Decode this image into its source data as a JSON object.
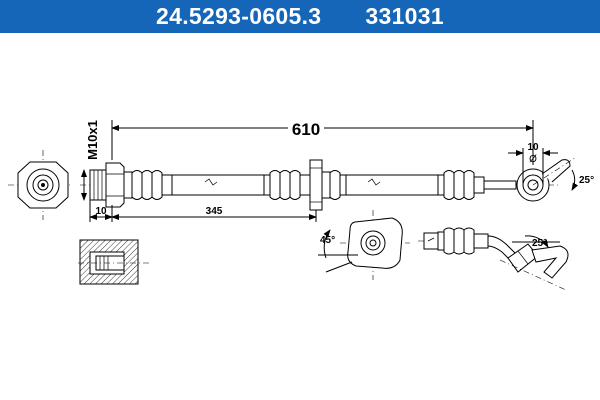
{
  "header": {
    "part_number": "24.5293-0605.3",
    "ref_number": "331031",
    "background_color": "#1565b8",
    "text_color": "#ffffff"
  },
  "dimensions": {
    "total_length": "610",
    "thread": "M10x1",
    "thread_length": "10",
    "bracket_distance": "345",
    "eye_diameter": "10",
    "symbol_diameter": "Ø",
    "angle_eye": "25°",
    "angle_bracket": "45°",
    "angle_bend": "25°"
  }
}
